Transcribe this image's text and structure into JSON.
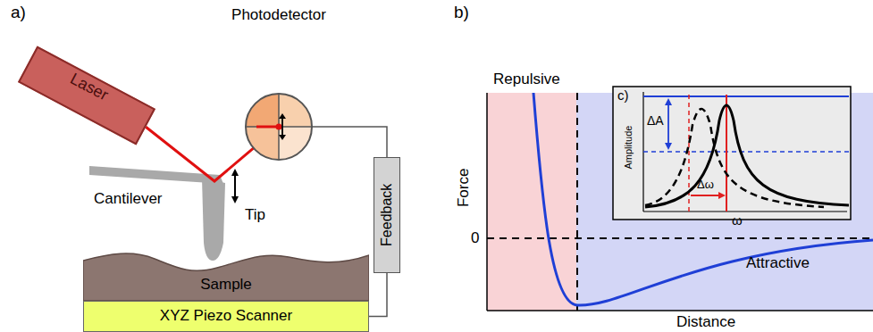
{
  "diagram": {
    "nodes": [
      {
        "text": [
          "Laser"
        ]
      },
      {
        "text": [
          "Photodetector"
        ]
      },
      {
        "text": [
          "Feedback"
        ]
      },
      {
        "text": [
          "Sample"
        ]
      },
      {
        "text": [
          "XYZ Piezo Scanner"
        ]
      }
    ],
    "edges": [
      {
        "from": 0,
        "to": 1,
        "arrow": "none"
      },
      {
        "from": 1,
        "to": 2,
        "arrow": "none"
      },
      {
        "from": 2,
        "to": 4,
        "arrow": "none"
      }
    ],
    "labels": [
      "a)",
      "b)",
      "Cantilever",
      "Tip",
      "Repulsive",
      "Force",
      "0",
      "Attractive",
      "Distance",
      "c)",
      "Amplitude",
      "ΔA",
      "Δω",
      "ω"
    ]
  }
}
